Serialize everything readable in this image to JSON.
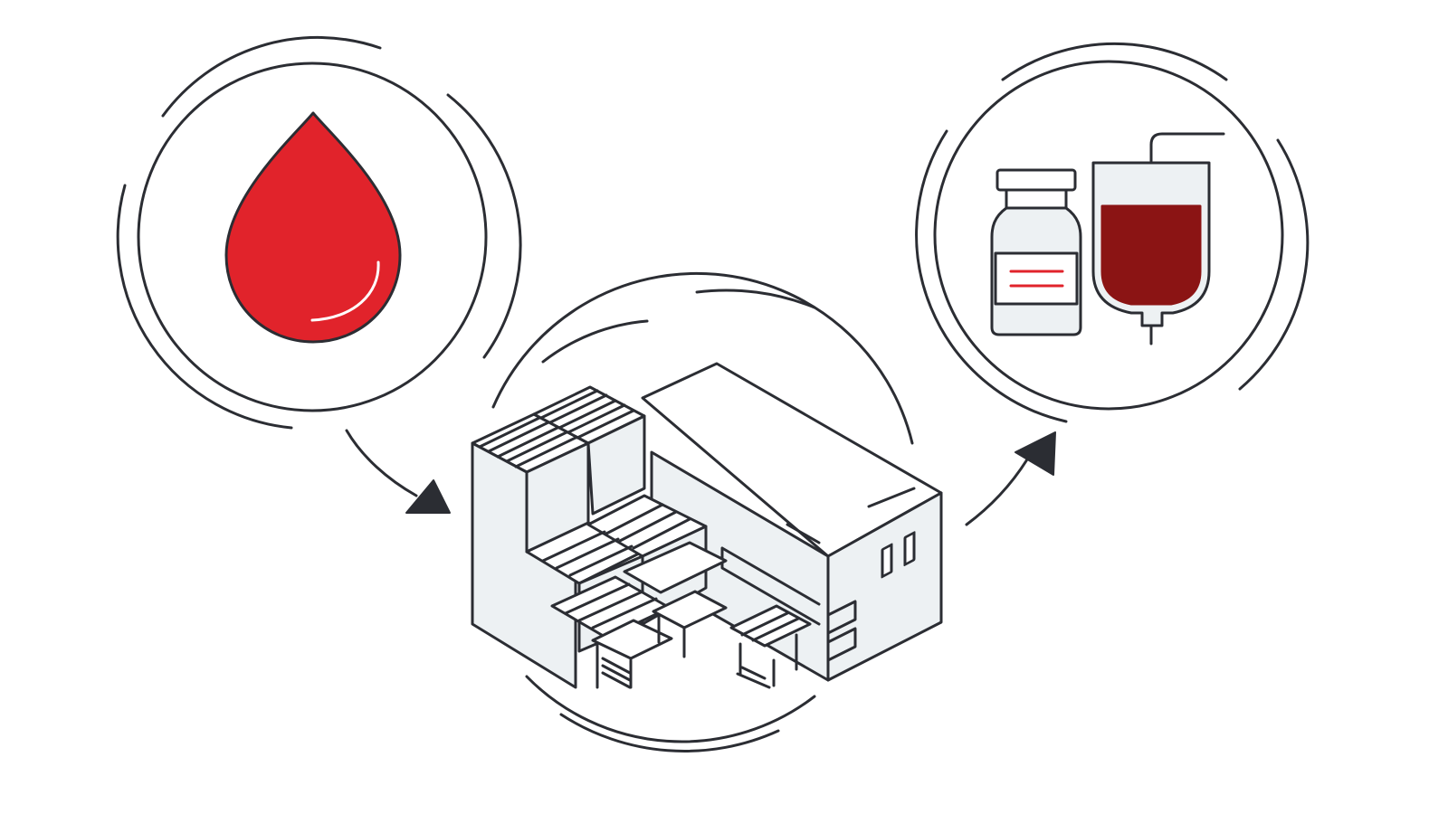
{
  "diagram": {
    "type": "process-flow",
    "steps": [
      {
        "id": "donation",
        "icon": "blood-drop-icon"
      },
      {
        "id": "processing",
        "icon": "factory-building-icon"
      },
      {
        "id": "products",
        "icon": "vial-and-blood-bag-icon"
      }
    ],
    "connectors": [
      {
        "from": "donation",
        "to": "processing",
        "icon": "arrow-icon"
      },
      {
        "from": "processing",
        "to": "products",
        "icon": "arrow-icon"
      }
    ]
  },
  "colors": {
    "stroke": "#2b2d33",
    "blood_red": "#e1232b",
    "dark_blood": "#8b1414",
    "building_fill": "#edf1f3",
    "label_red": "#e1232b",
    "background": "#ffffff"
  }
}
